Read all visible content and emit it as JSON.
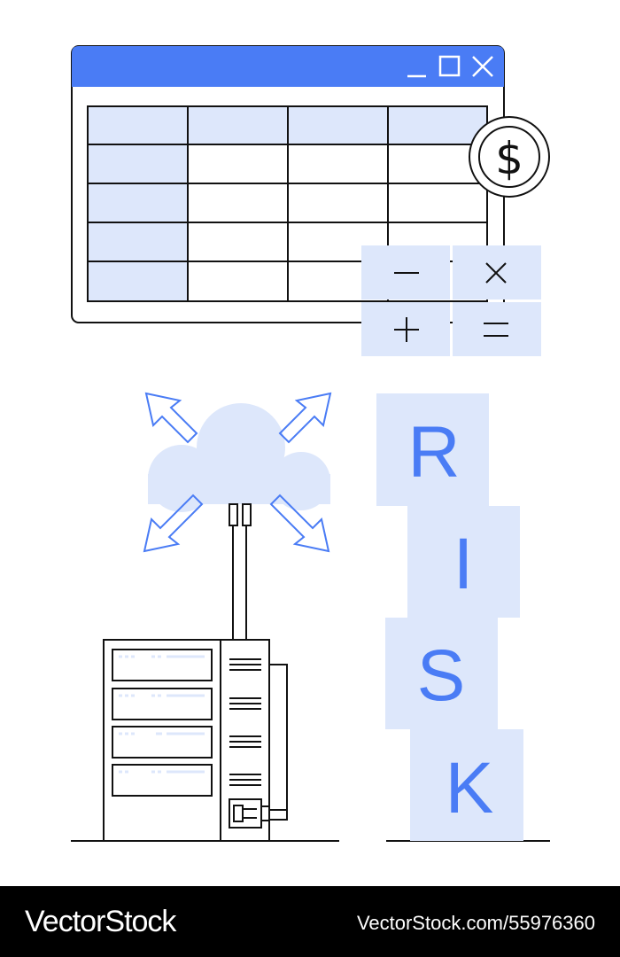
{
  "colors": {
    "accent": "#4a7cf5",
    "light_fill": "#dde7fb",
    "stroke": "#111111",
    "footer_bg": "#000000",
    "footer_text": "#ffffff"
  },
  "window": {
    "icons": [
      "minimize-icon",
      "maximize-icon",
      "close-icon"
    ]
  },
  "badge": {
    "symbol": "$",
    "icon": "dollar-coin-icon"
  },
  "calculator": {
    "keys": [
      "−",
      "×",
      "+",
      "="
    ]
  },
  "risk": {
    "letters": [
      "R",
      "I",
      "S",
      "K"
    ]
  },
  "footer": {
    "brand": "VectorStock",
    "image_id": "VectorStock.com/55976360"
  }
}
